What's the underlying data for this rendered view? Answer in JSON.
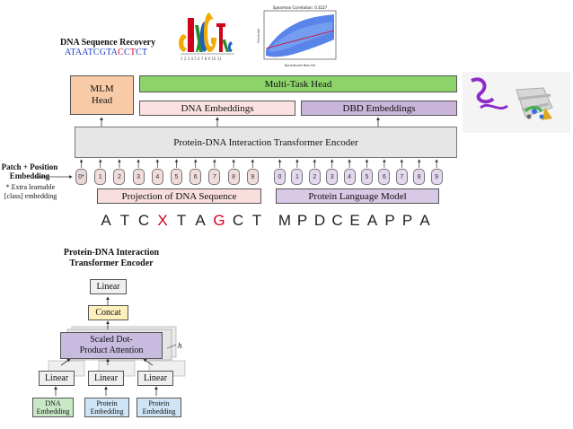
{
  "top": {
    "recovery_title": "DNA Sequence Recovery",
    "recovery_seq": [
      {
        "t": "ATA",
        "c": "#1d3fbf"
      },
      {
        "t": "ATCG",
        "c": "#1d3fbf"
      },
      {
        "t": "TA",
        "c": "#1d3fbf"
      },
      {
        "t": "C",
        "c": "#d0021b"
      },
      {
        "t": "C",
        "c": "#1d3fbf"
      },
      {
        "t": "T",
        "c": "#d0021b"
      },
      {
        "t": "CT",
        "c": "#1d3fbf"
      }
    ],
    "scatter_title": "Spearman Correlation: 0.3227",
    "scatter_xlabel": "Normalized Bias Sel",
    "scatter_ylabel": "Predicted"
  },
  "main": {
    "mlm_head": "MLM Head",
    "multitask_head": "Multi-Task Head",
    "dna_embeddings": "DNA Embeddings",
    "dbd_embeddings": "DBD Embeddings",
    "encoder": "Protein-DNA Interaction Transformer Encoder",
    "patch_label": "Patch + Position Embedding",
    "extra_note": "* Extra learnable [class] embedding",
    "projection": "Projection of DNA Sequence",
    "plm": "Protein Language Model",
    "dna_tokens": [
      "0*",
      "1",
      "2",
      "3",
      "4",
      "5",
      "6",
      "7",
      "8",
      "9"
    ],
    "prot_tokens": [
      "0",
      "1",
      "2",
      "3",
      "4",
      "5",
      "6",
      "7",
      "8",
      "9"
    ],
    "dna_seq": [
      {
        "ch": "A",
        "red": false
      },
      {
        "ch": "T",
        "red": false
      },
      {
        "ch": "C",
        "red": false
      },
      {
        "ch": "X",
        "red": true
      },
      {
        "ch": "T",
        "red": false
      },
      {
        "ch": "A",
        "red": false
      },
      {
        "ch": "G",
        "red": true
      },
      {
        "ch": "C",
        "red": false
      },
      {
        "ch": "T",
        "red": false
      }
    ],
    "prot_seq": [
      "M",
      "P",
      "D",
      "C",
      "E",
      "A",
      "P",
      "P",
      "A"
    ]
  },
  "detail": {
    "title": "Protein-DNA Interaction Transformer Encoder",
    "linear_top": "Linear",
    "concat": "Concat",
    "attention": "Scaled Dot-Product Attention",
    "h_label": "h",
    "linears": [
      "Linear",
      "Linear",
      "Linear"
    ],
    "inputs": [
      "DNA Embedding",
      "Protein Embedding",
      "Protein Embedding"
    ]
  },
  "colors": {
    "mlm": "#f8cba6",
    "multitask": "#8cd36a",
    "dna_emb": "#fbe1e1",
    "dbd_emb": "#c9b4da",
    "encoder": "#e6e6e6",
    "projection": "#f9dede",
    "plm": "#d9c8e6",
    "concat": "#fdf0bd",
    "attention": "#c8bbe0",
    "dna_input": "#c9e8c6",
    "prot_input": "#cfe5f6"
  }
}
